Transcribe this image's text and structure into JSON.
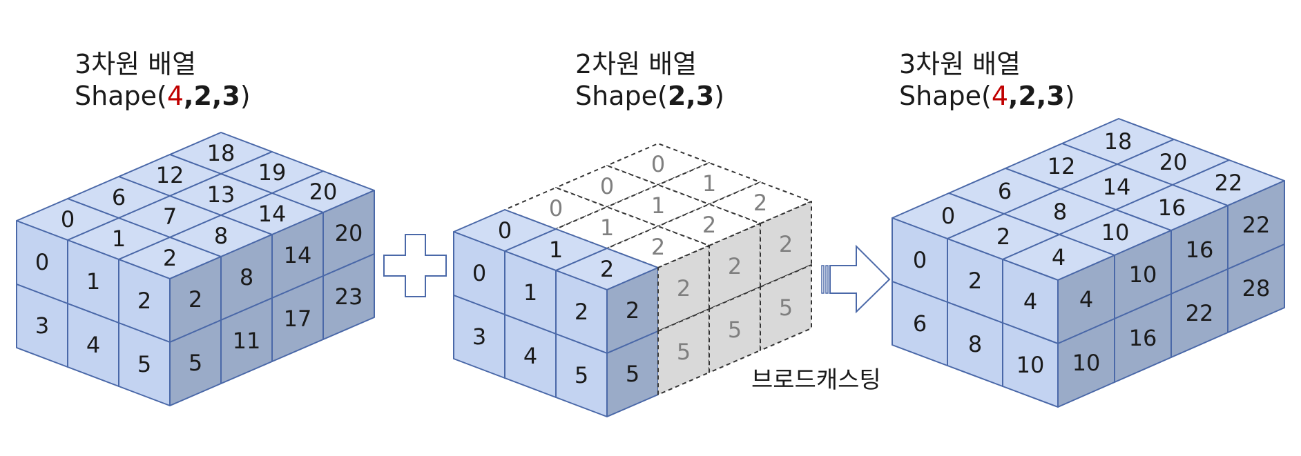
{
  "colors": {
    "front": "#c3d3f1",
    "top": "#d0ddf5",
    "side": "#9aabc8",
    "edge": "#4a68a8",
    "ghost_side": "#d9d9d9",
    "ghost_text": "#7f7f7f",
    "highlight": "#c00000"
  },
  "panels": [
    {
      "title": "3차원 배열",
      "shape_prefix": "Shape(",
      "shape_first": "4",
      "shape_rest": ",2,3",
      "shape_suffix": ")",
      "top_values": [
        [
          18,
          19,
          20
        ],
        [
          12,
          13,
          14
        ],
        [
          6,
          7,
          8
        ],
        [
          0,
          1,
          2
        ]
      ],
      "front_values": [
        [
          0,
          1,
          2
        ],
        [
          3,
          4,
          5
        ]
      ],
      "side_values": [
        [
          2,
          8,
          14,
          20
        ],
        [
          5,
          11,
          17,
          23
        ]
      ]
    },
    {
      "title": "2차원 배열",
      "shape_prefix": "Shape(",
      "shape_first": "",
      "shape_rest": "2,3",
      "shape_suffix": ")",
      "top_values": [
        [
          0,
          1,
          2
        ],
        [
          0,
          1,
          2
        ],
        [
          0,
          1,
          2
        ],
        [
          0,
          1,
          2
        ]
      ],
      "front_values": [
        [
          0,
          1,
          2
        ],
        [
          3,
          4,
          5
        ]
      ],
      "side_values": [
        [
          2,
          2,
          2,
          2
        ],
        [
          5,
          5,
          5,
          5
        ]
      ]
    },
    {
      "title": "3차원 배열",
      "shape_prefix": "Shape(",
      "shape_first": "4",
      "shape_rest": ",2,3",
      "shape_suffix": ")",
      "top_values": [
        [
          18,
          20,
          22
        ],
        [
          12,
          14,
          16
        ],
        [
          6,
          8,
          10
        ],
        [
          0,
          2,
          4
        ]
      ],
      "front_values": [
        [
          0,
          2,
          4
        ],
        [
          6,
          8,
          10
        ]
      ],
      "side_values": [
        [
          4,
          10,
          16,
          22
        ],
        [
          10,
          16,
          22,
          28
        ]
      ]
    }
  ],
  "broadcast_label": "브로드캐스팅",
  "operator": "plus-icon",
  "arrow": "arrow-right-icon"
}
